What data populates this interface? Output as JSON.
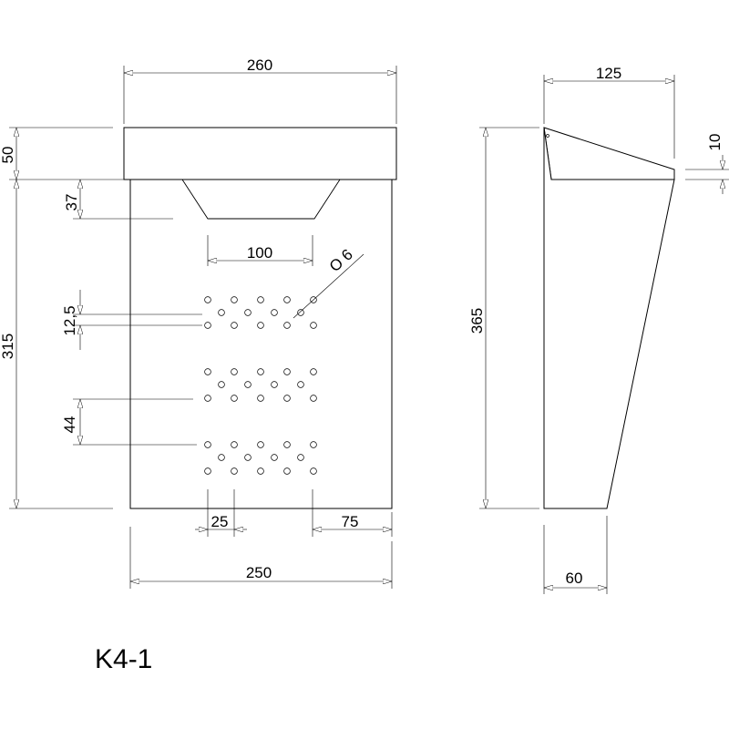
{
  "drawing": {
    "label": "K4-1",
    "front_view": {
      "dims": {
        "width_top": "260",
        "lid_height": "50",
        "body_height": "315",
        "slot_depth": "37",
        "hole_span": "100",
        "hole_diameter": "O 6",
        "row_pitch": "12,5",
        "group_pitch": "44",
        "col_pitch": "25",
        "edge_offset": "75",
        "width_bottom": "250"
      }
    },
    "side_view": {
      "dims": {
        "depth_top": "125",
        "lid_thickness": "10",
        "total_height": "365",
        "depth_bottom": "60"
      }
    }
  }
}
